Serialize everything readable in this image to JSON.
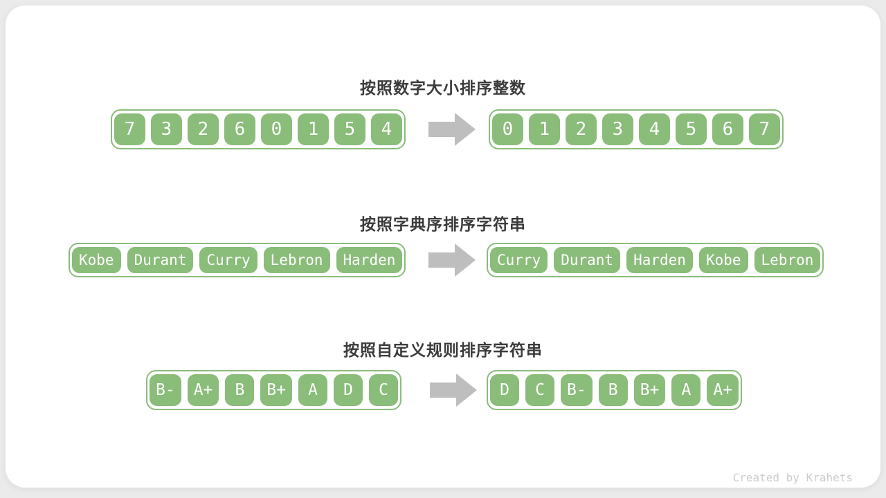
{
  "colors": {
    "page_background": "#ebebeb",
    "card_background": "#ffffff",
    "cell_green": "#8abc7a",
    "cell_text": "#ffffff",
    "arrow_gray": "#bebebe",
    "title_text": "#3b3b3b",
    "credit_text": "#cccccc"
  },
  "credit": "Created by Krahets",
  "arrow_icon": "block-arrow-right",
  "sections": [
    {
      "id": "sort-integers",
      "title": "按照数字大小排序整数",
      "before": [
        "7",
        "3",
        "2",
        "6",
        "0",
        "1",
        "5",
        "4"
      ],
      "after": [
        "0",
        "1",
        "2",
        "3",
        "4",
        "5",
        "6",
        "7"
      ]
    },
    {
      "id": "sort-lexicographic",
      "title": "按照字典序排序字符串",
      "before": [
        "Kobe",
        "Durant",
        "Curry",
        "Lebron",
        "Harden"
      ],
      "after": [
        "Curry",
        "Durant",
        "Harden",
        "Kobe",
        "Lebron"
      ]
    },
    {
      "id": "sort-custom-rules",
      "title": "按照自定义规则排序字符串",
      "before": [
        "B-",
        "A+",
        "B",
        "B+",
        "A",
        "D",
        "C"
      ],
      "after": [
        "D",
        "C",
        "B-",
        "B",
        "B+",
        "A",
        "A+"
      ]
    }
  ]
}
